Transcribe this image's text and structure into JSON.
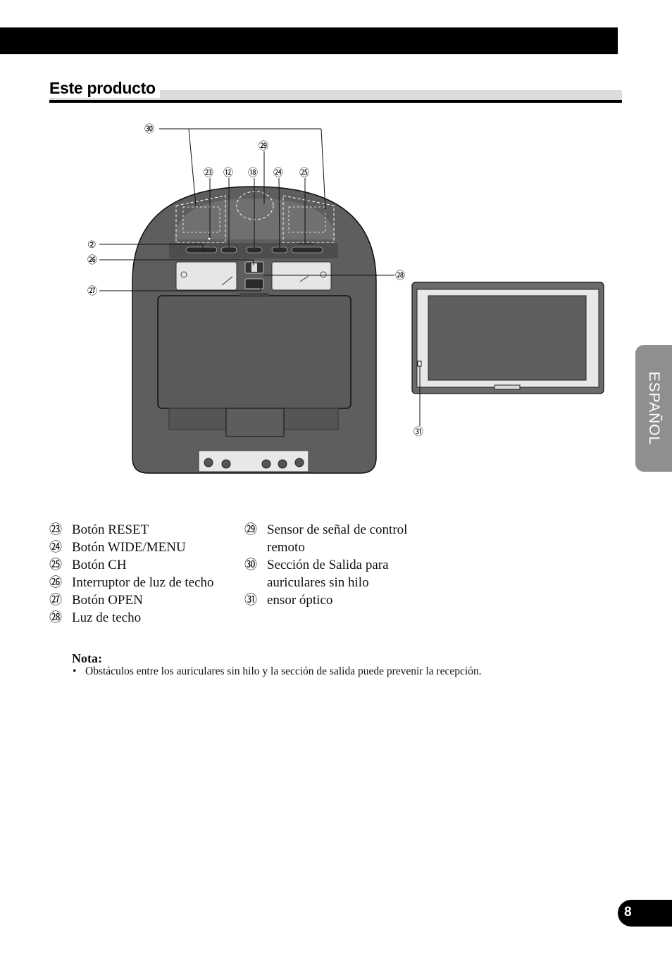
{
  "header": {
    "section_title": "Este producto"
  },
  "side_tab": {
    "label": "ESPAÑOL"
  },
  "diagram": {
    "callouts": {
      "c30": "㉚",
      "c29": "㉙",
      "c23": "㉓",
      "c12": "⑫",
      "c18": "⑱",
      "c24": "㉔",
      "c25": "㉕",
      "c2": "②",
      "c26": "㉖",
      "c27": "㉗",
      "c28": "㉘",
      "c31": "㉛"
    }
  },
  "legend": {
    "left": [
      {
        "num": "㉓",
        "text": "Botón RESET"
      },
      {
        "num": "㉔",
        "text": "Botón WIDE/MENU"
      },
      {
        "num": "㉕",
        "text": "Botón CH"
      },
      {
        "num": "㉖",
        "text": "Interruptor de luz de techo"
      },
      {
        "num": "㉗",
        "text": "Botón OPEN"
      },
      {
        "num": "㉘",
        "text": "Luz de techo"
      }
    ],
    "right": [
      {
        "num": "㉙",
        "text": "Sensor de señal de control remoto"
      },
      {
        "num": "㉚",
        "text": "Sección de Salida para auriculares sin hilo"
      },
      {
        "num": "㉛",
        "text": "ensor óptico"
      }
    ]
  },
  "note": {
    "title": "Nota:",
    "bullet": "•",
    "text": "Obstáculos entre los auriculares sin hilo y la sección de salida puede prevenir la recepción."
  },
  "page_number": "8"
}
